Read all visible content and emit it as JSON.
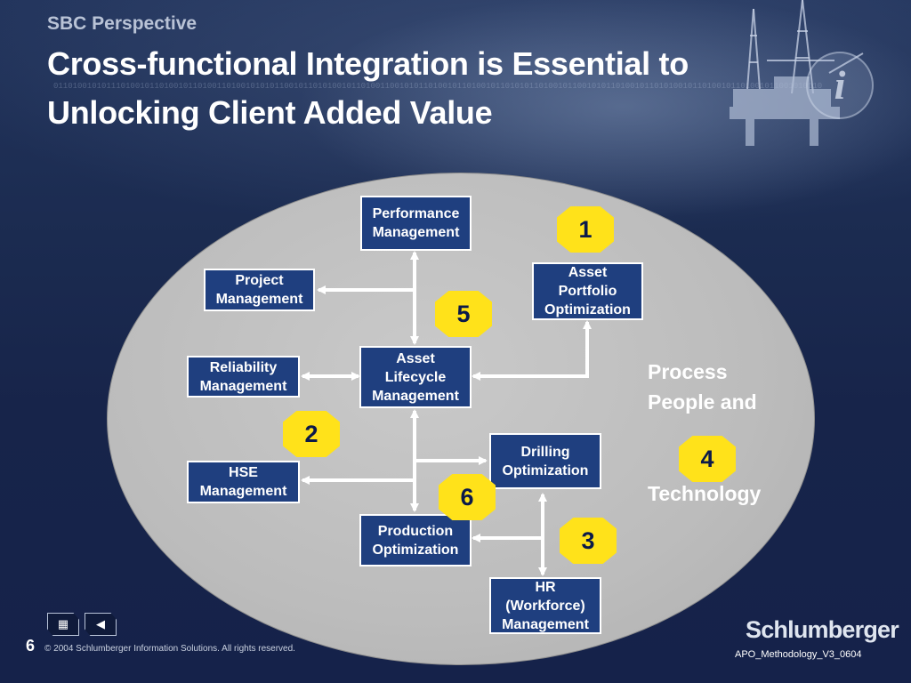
{
  "slide": {
    "kicker": "SBC Perspective",
    "title": "Cross-functional Integration is Essential to Unlocking Client Added Value",
    "page_number": "6",
    "copyright": "© 2004 Schlumberger Information Solutions. All rights reserved.",
    "brand": "Schlumberger",
    "document_id": "APO_Methodology_V3_0604"
  },
  "background": {
    "binary_text": "0110100101011101001011010010110100110100101010110010110101001011010011001010110100101101001011010101101001011001010110100101101010010110100101101001011001010110"
  },
  "diagram": {
    "boxes": {
      "performance": "Performance\nManagement",
      "project": "Project\nManagement",
      "asset_portfolio": "Asset\nPortfolio\nOptimization",
      "reliability": "Reliability\nManagement",
      "asset_lifecycle": "Asset\nLifecycle\nManagement",
      "hse": "HSE\nManagement",
      "drilling": "Drilling\nOptimization",
      "production": "Production\nOptimization",
      "hr": "HR\n(Workforce)\nManagement"
    },
    "badges": [
      "1",
      "2",
      "3",
      "4",
      "5",
      "6"
    ],
    "side_labels": {
      "process": "Process",
      "people_and": "People and",
      "technology": "Technology"
    }
  },
  "navigation": {
    "menu_icon": "grid-icon",
    "back_icon": "triangle-left-icon"
  },
  "colors": {
    "box_fill": "#1f3f7f",
    "badge_fill": "#ffe21a",
    "ellipse_fill": "#bcbcbc",
    "background": "#1b2a4e"
  }
}
